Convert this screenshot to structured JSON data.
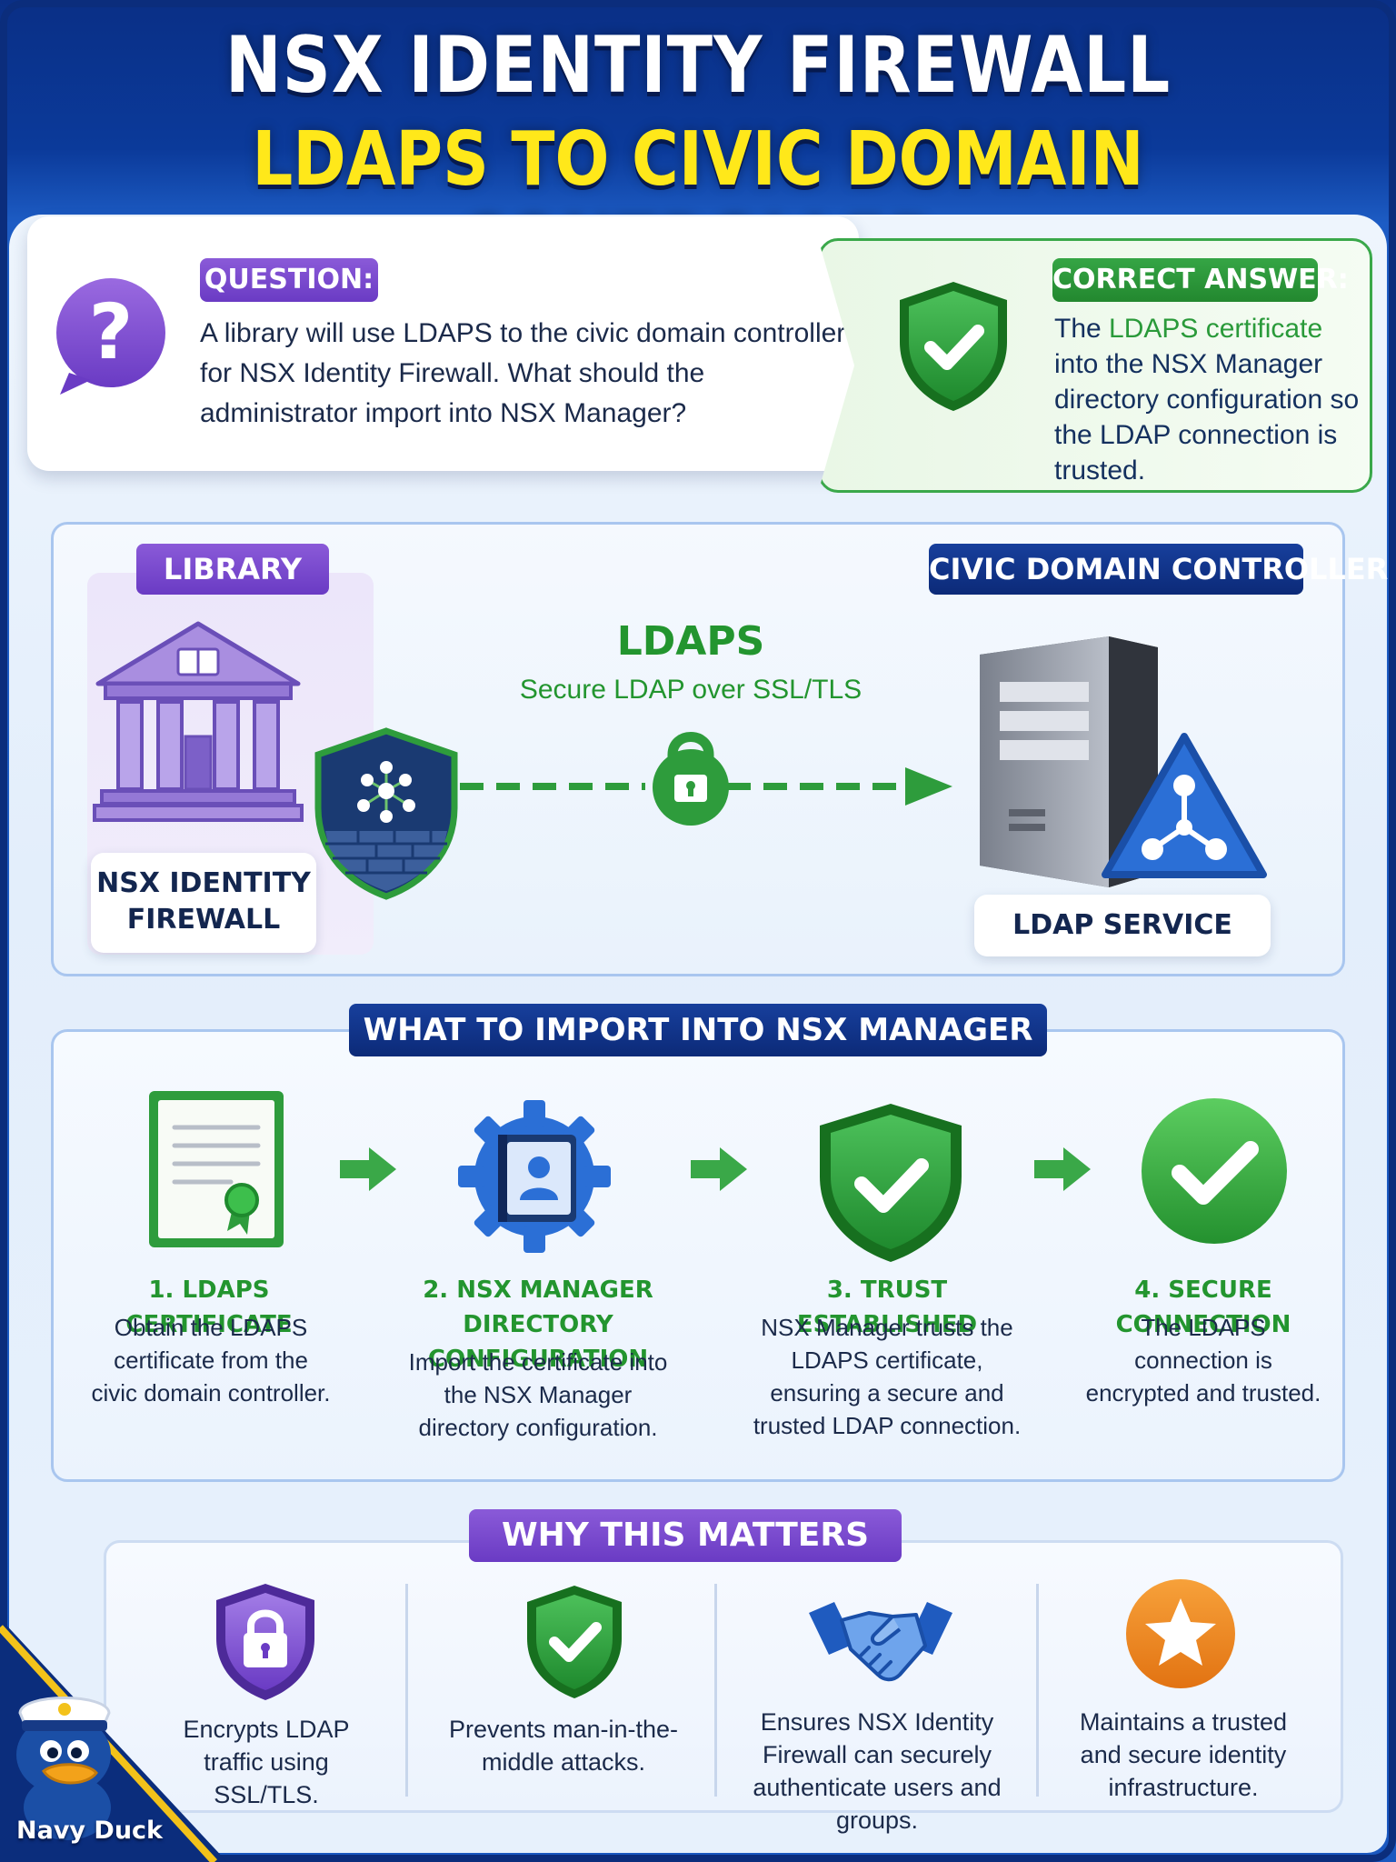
{
  "header": {
    "title_line1": "NSX IDENTITY FIREWALL",
    "title_line2": "LDAPS TO CIVIC DOMAIN CONTROLLER"
  },
  "question": {
    "label": "QUESTION:",
    "text": "A library will use LDAPS to the civic domain controller for NSX Identity Firewall. What should the administrator import into NSX Manager?",
    "icon": "question-mark-speech-bubble"
  },
  "answer": {
    "label": "CORRECT ANSWER:",
    "text_prefix": "The ",
    "text_highlight": "LDAPS certificate",
    "text_suffix": " into the NSX Manager directory configuration so the LDAP connection is trusted.",
    "icon": "green-shield-checkmark"
  },
  "diagram": {
    "left_label": "LIBRARY",
    "left_component": "NSX IDENTITY FIREWALL",
    "right_label": "CIVIC DOMAIN CONTROLLER",
    "right_component": "LDAP SERVICE",
    "connection_title": "LDAPS",
    "connection_subtitle": "Secure LDAP over SSL/TLS"
  },
  "import_section": {
    "title": "WHAT TO IMPORT INTO NSX MANAGER",
    "steps": [
      {
        "title": "1. LDAPS CERTIFICATE",
        "description": "Obtain the LDAPS certificate from the civic domain controller.",
        "icon": "certificate-icon"
      },
      {
        "title": "2. NSX MANAGER DIRECTORY CONFIGURATION",
        "description": "Import the certificate into the NSX Manager directory configuration.",
        "icon": "directory-gear-icon"
      },
      {
        "title": "3. TRUST ESTABLISHED",
        "description": "NSX Manager trusts the LDAPS certificate, ensuring a secure and trusted LDAP connection.",
        "icon": "shield-check-icon"
      },
      {
        "title": "4. SECURE CONNECTION",
        "description": "The LDAPS connection is encrypted and trusted.",
        "icon": "circle-check-icon"
      }
    ]
  },
  "why_section": {
    "title": "WHY THIS MATTERS",
    "items": [
      {
        "text": "Encrypts LDAP traffic using SSL/TLS.",
        "icon": "lock-shield-icon"
      },
      {
        "text": "Prevents man-in-the-middle attacks.",
        "icon": "check-shield-icon"
      },
      {
        "text": "Ensures NSX Identity Firewall can securely authenticate users and groups.",
        "icon": "handshake-icon"
      },
      {
        "text": "Maintains a trusted and secure identity infrastructure.",
        "icon": "star-badge-icon"
      }
    ]
  },
  "branding": {
    "mascot_label": "Navy Duck"
  },
  "colors": {
    "navy": "#0b2d7c",
    "yellow": "#ffe81a",
    "green": "#23952f",
    "purple": "#6a3bc4",
    "blue": "#2b6fd6",
    "orange": "#ef8a1f"
  }
}
